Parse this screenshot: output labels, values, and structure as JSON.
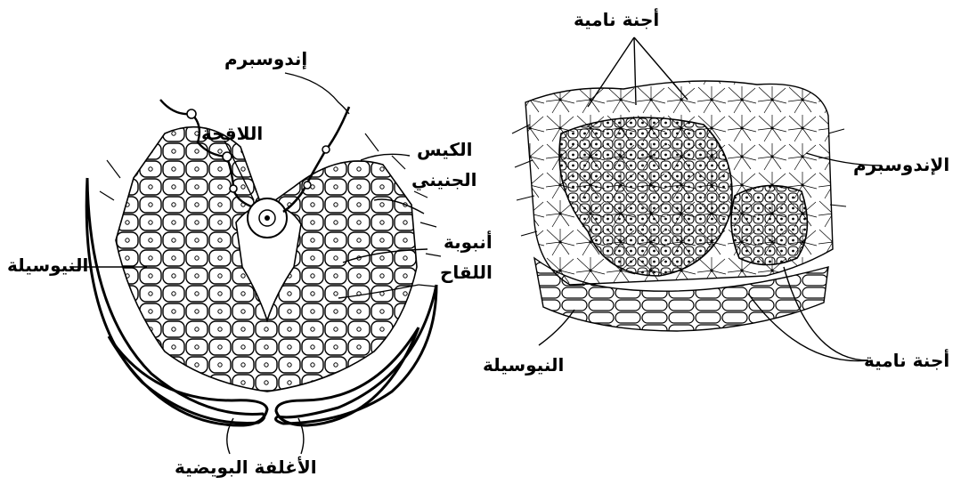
{
  "left_panel": {
    "labels": {
      "endosperm": "إندوسبرم",
      "zygote": "اللاقحة",
      "embryo_sac_line1": "الكيس",
      "embryo_sac_line2": "الجنيني",
      "pollen_tube_line1": "أنبوبة",
      "pollen_tube_line2": "اللقاح",
      "nucellus": "النيوسيلة",
      "integuments": "الأغلفة البويضية"
    }
  },
  "right_panel": {
    "labels": {
      "developing_embryos_top": "أجنة نامية",
      "endosperm": "الإندوسبرم",
      "nucellus": "النيوسيلة",
      "developing_embryos_bottom": "أجنة نامية"
    }
  },
  "colors": {
    "ink": "#000000",
    "background": "#ffffff"
  }
}
